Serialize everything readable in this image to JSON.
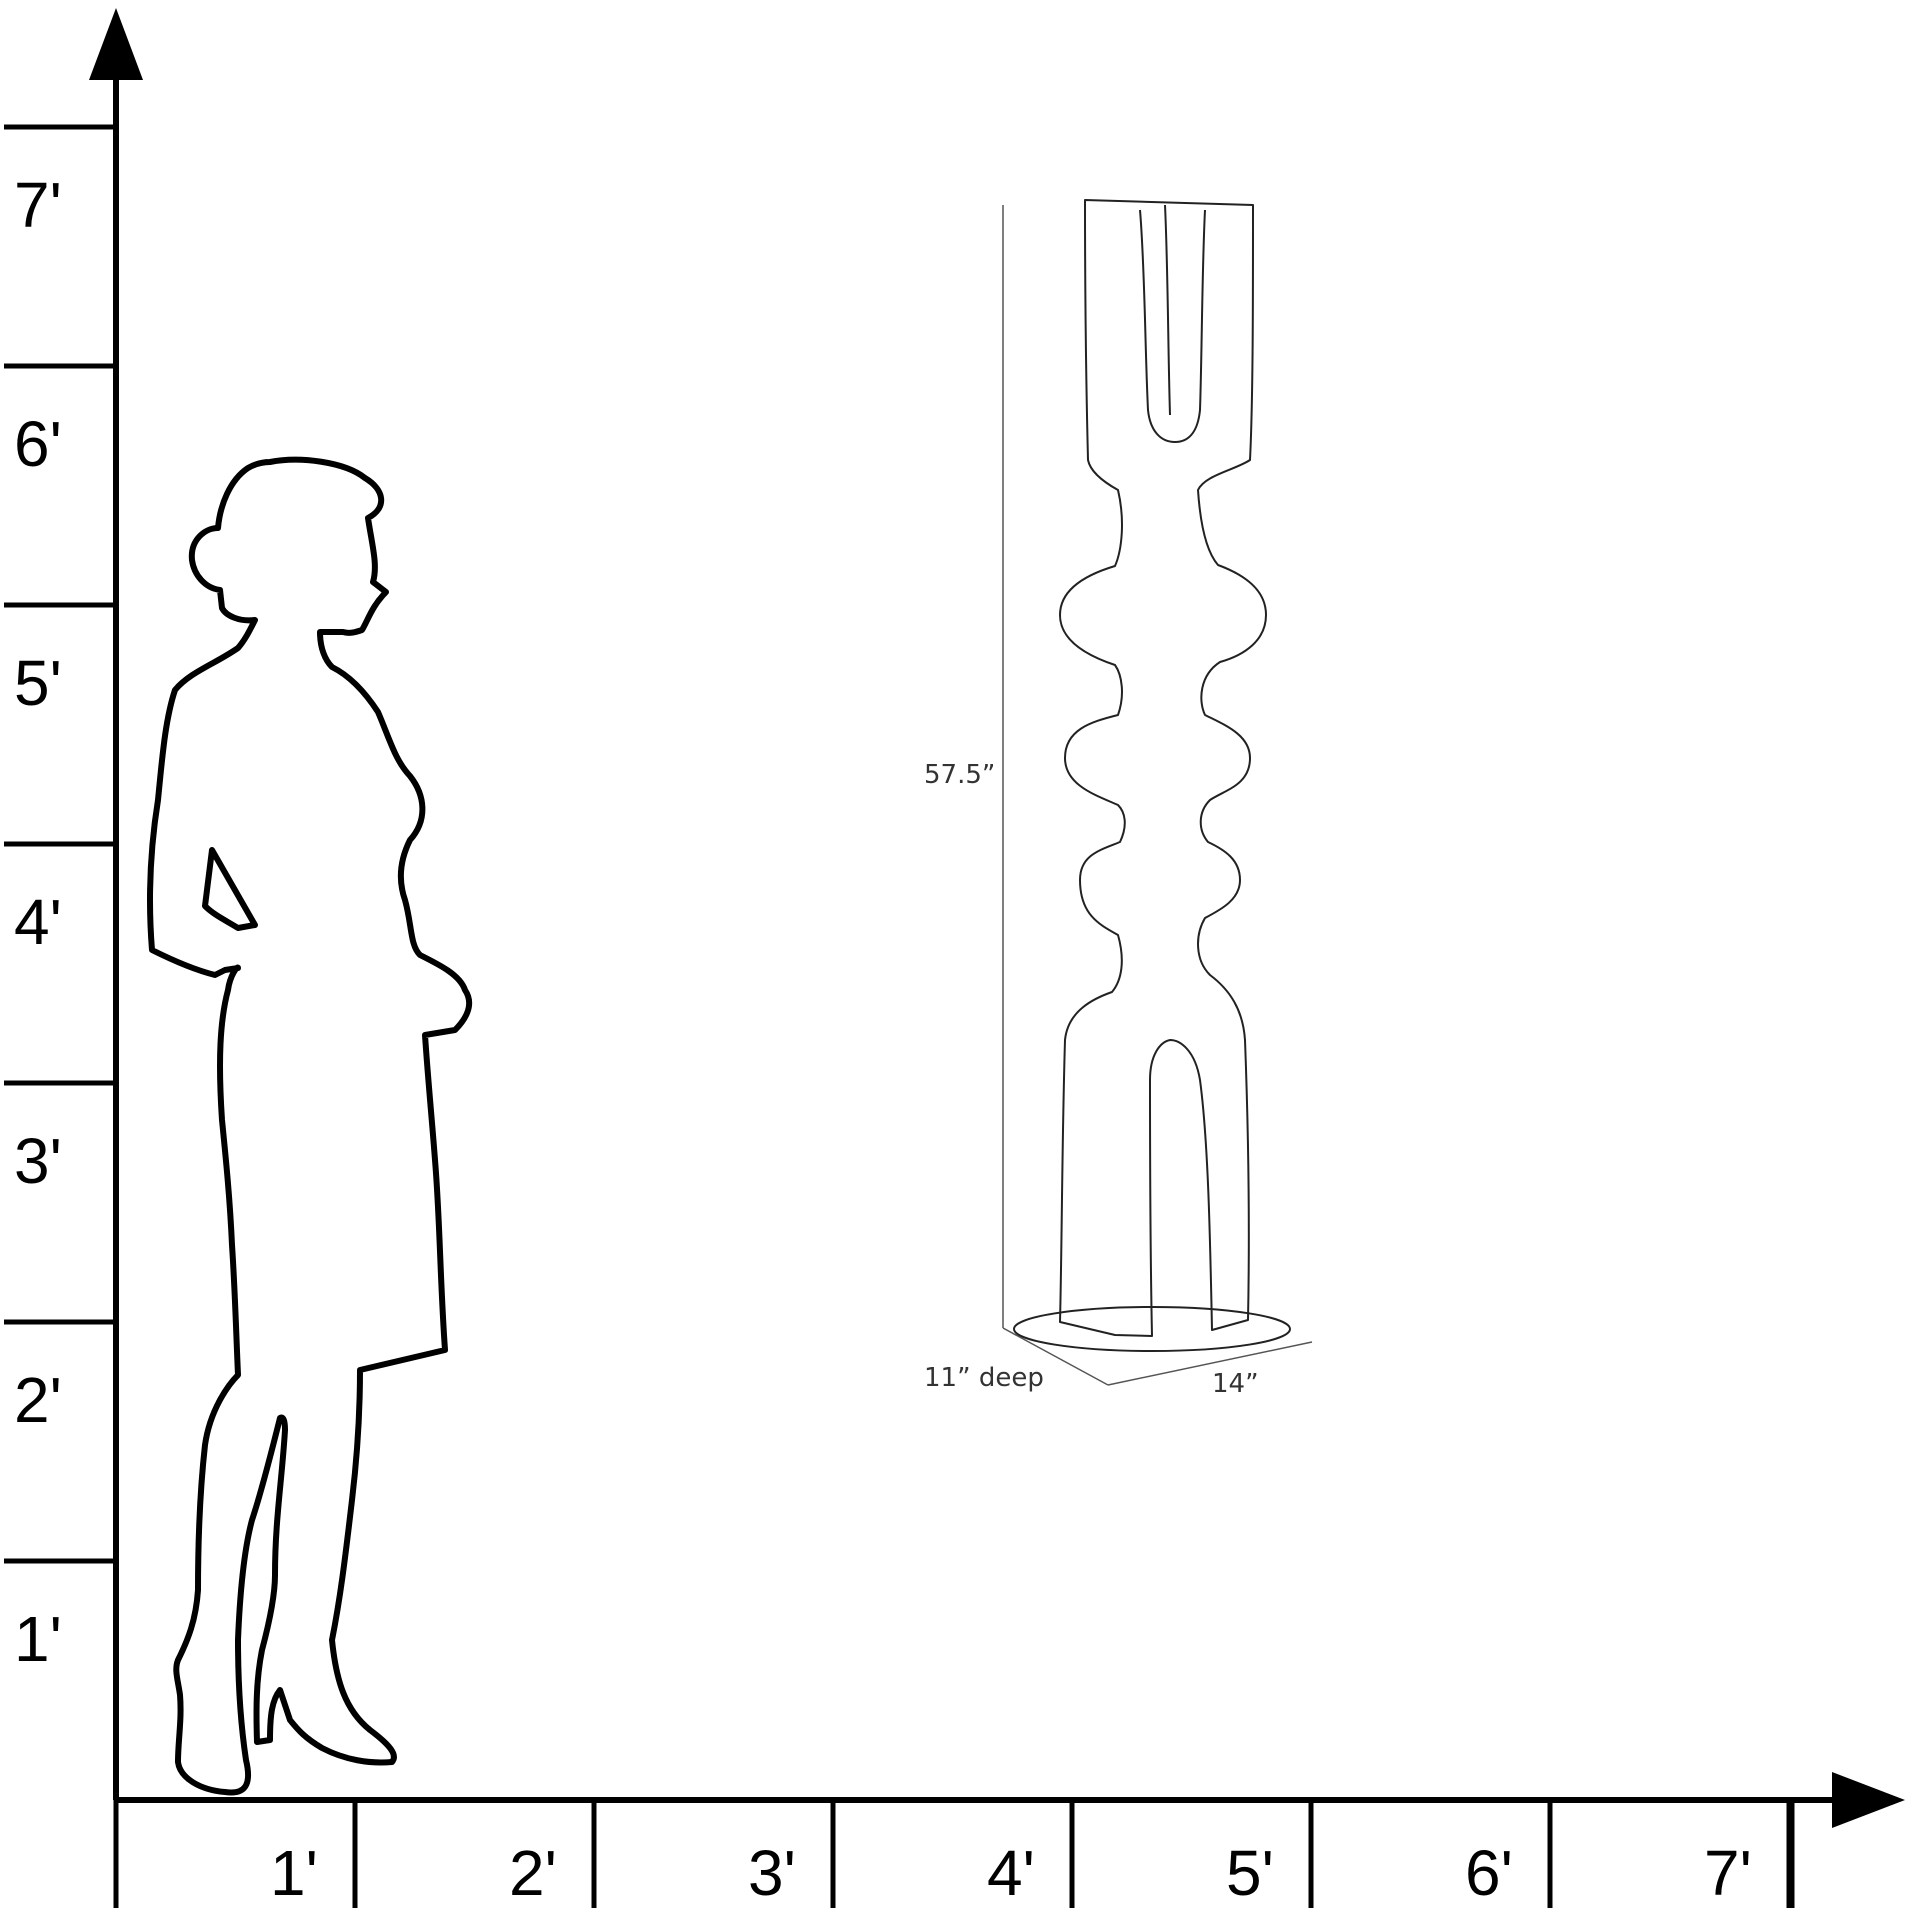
{
  "scale": {
    "unit": "ft",
    "y_ticks": [
      "1'",
      "2'",
      "3'",
      "4'",
      "5'",
      "6'",
      "7'"
    ],
    "x_ticks": [
      "1'",
      "2'",
      "3'",
      "4'",
      "5'",
      "6'",
      "7'"
    ]
  },
  "sculpture": {
    "height_label": "57.5”",
    "depth_label": "11” deep",
    "width_label": "14”"
  },
  "icons": [
    "person-silhouette-icon",
    "sculpture-drawing-icon"
  ]
}
